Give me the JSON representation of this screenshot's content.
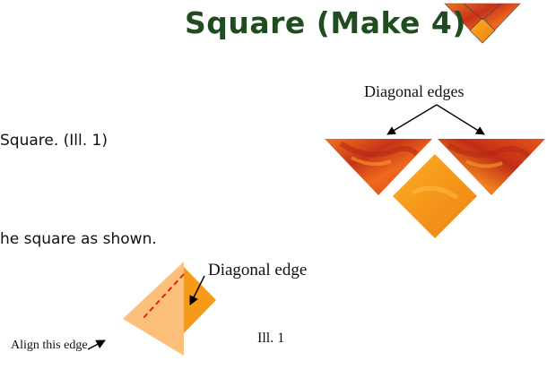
{
  "page": {
    "title": "Square (Make 4)",
    "step1_text": "Square.  (Ill. 1)",
    "step2_text": "he square as shown."
  },
  "labels": {
    "diagonal_edges": "Diagonal edges",
    "diagonal_edge": "Diagonal edge",
    "ill": "Ill. 1",
    "align_edge": "Align this edge"
  },
  "colors": {
    "title": "#1f4d1f",
    "fabric_red": "#e0541c",
    "fabric_orange": "#f7a01c",
    "fabric_light": "#fcc07a",
    "fold_line": "#e02020"
  }
}
